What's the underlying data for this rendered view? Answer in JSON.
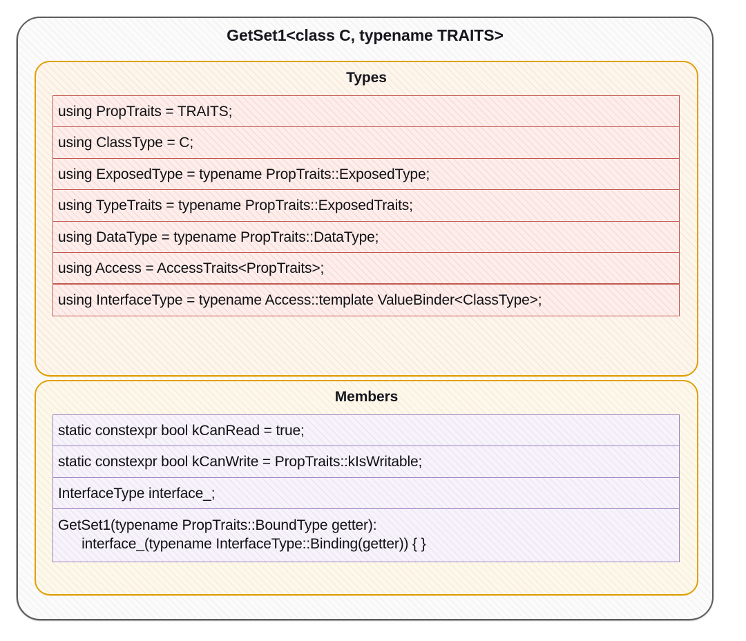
{
  "diagram": {
    "kind": "uml-class-box",
    "class_title": "GetSet1<class C, typename TRAITS>",
    "colors": {
      "outer_border": "#5c5c5c",
      "section_border": "#dfa100",
      "types_row_border": "#c3564f",
      "members_row_border": "#9b82bf",
      "text": "#101014"
    },
    "sections": [
      {
        "id": "types",
        "title": "Types",
        "rows": [
          {
            "text": "using PropTraits = TRAITS;"
          },
          {
            "text": "using ClassType = C;"
          },
          {
            "text": "using ExposedType = typename PropTraits::ExposedType;"
          },
          {
            "text": "using TypeTraits = typename PropTraits::ExposedTraits;"
          },
          {
            "text": "using DataType = typename PropTraits::DataType;"
          },
          {
            "text": "using Access = AccessTraits<PropTraits>;"
          },
          {
            "text": "using InterfaceType = typename Access::template ValueBinder<ClassType>;"
          }
        ]
      },
      {
        "id": "members",
        "title": "Members",
        "rows": [
          {
            "text": "static constexpr bool kCanRead = true;"
          },
          {
            "text": "static constexpr bool kCanWrite = PropTraits::kIsWritable;"
          },
          {
            "text": "InterfaceType interface_;"
          },
          {
            "text": "GetSet1(typename PropTraits::BoundType getter):\n      interface_(typename InterfaceType::Binding(getter)) { }"
          }
        ]
      }
    ]
  }
}
